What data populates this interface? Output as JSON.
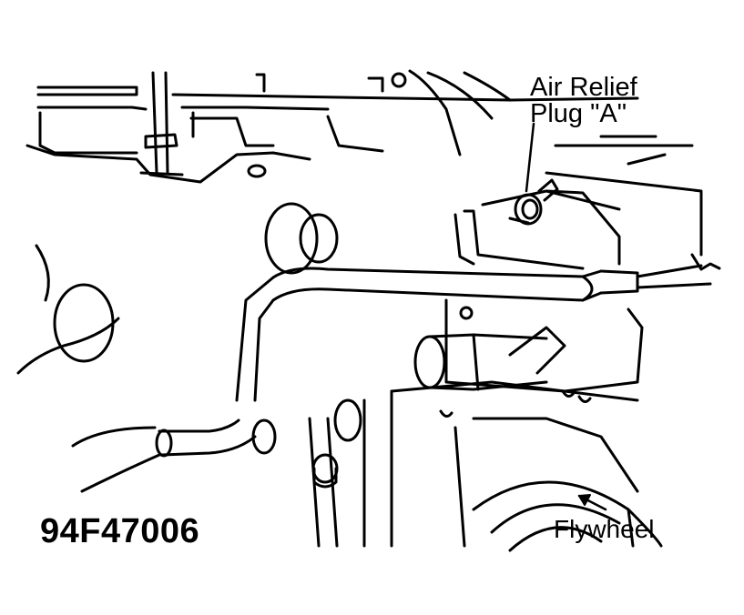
{
  "figure": {
    "number": "94F47006",
    "labels": {
      "air_relief_line1": "Air Relief",
      "air_relief_line2": "Plug \"A\"",
      "flywheel": "Flywheel"
    }
  },
  "colors": {
    "ink": "#000000",
    "paper": "#ffffff"
  }
}
